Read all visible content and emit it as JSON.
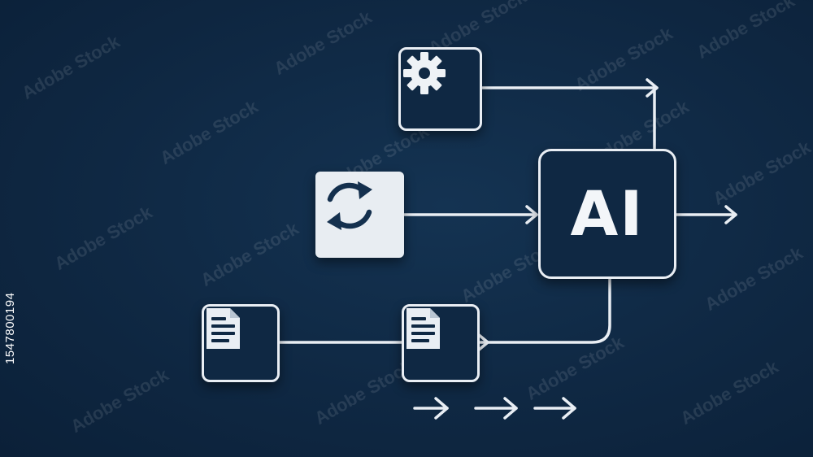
{
  "diagram": {
    "center_node_label": "AI",
    "nodes": [
      {
        "id": "gear",
        "icon": "gear-icon"
      },
      {
        "id": "sync",
        "icon": "sync-icon"
      },
      {
        "id": "ai",
        "label": "AI"
      },
      {
        "id": "doc-source",
        "icon": "document-icon"
      },
      {
        "id": "doc-mid",
        "icon": "document-icon"
      }
    ],
    "edges": [
      {
        "from": "gear",
        "to": "output-top"
      },
      {
        "from": "ai",
        "to": "gear-line"
      },
      {
        "from": "sync",
        "to": "ai"
      },
      {
        "from": "ai",
        "to": "output-right"
      },
      {
        "from": "doc-source",
        "to": "doc-mid"
      },
      {
        "from": "doc-mid",
        "to": "ai"
      }
    ],
    "trailing_arrows_count": 3
  },
  "image_code": "1547800194",
  "watermark_text": "Adobe Stock",
  "colors": {
    "background": "#0f2843",
    "line": "#e9eef4",
    "filled_box": "#e8edf2"
  }
}
